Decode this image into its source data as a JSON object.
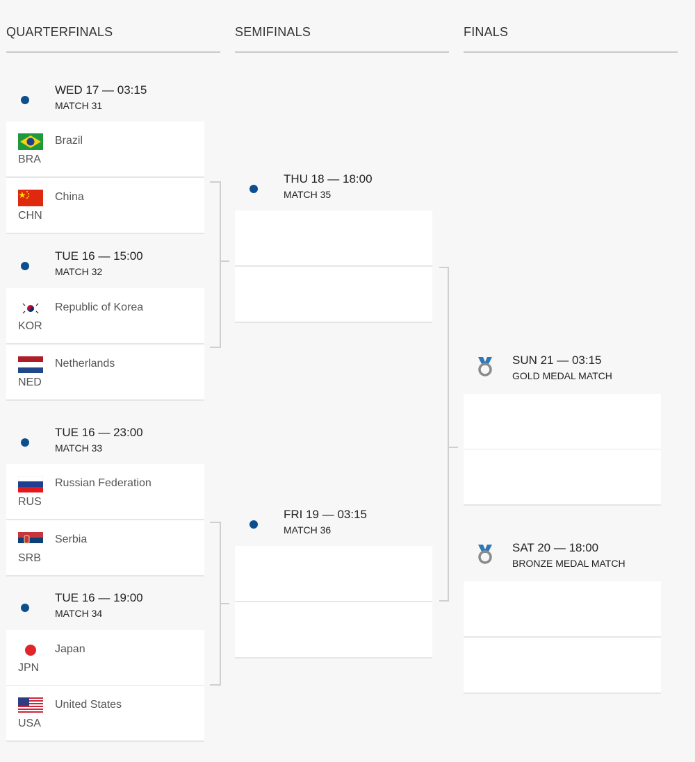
{
  "headers": {
    "quarterfinals": "QUARTERFINALS",
    "semifinals": "SEMIFINALS",
    "finals": "FINALS"
  },
  "quarterfinals": [
    {
      "date": "WED 17 — 03:15",
      "label": "MATCH 31",
      "teams": [
        {
          "name": "Brazil",
          "code": "BRA"
        },
        {
          "name": "China",
          "code": "CHN"
        }
      ]
    },
    {
      "date": "TUE 16 — 15:00",
      "label": "MATCH 32",
      "teams": [
        {
          "name": "Republic of Korea",
          "code": "KOR"
        },
        {
          "name": "Netherlands",
          "code": "NED"
        }
      ]
    },
    {
      "date": "TUE 16 — 23:00",
      "label": "MATCH 33",
      "teams": [
        {
          "name": "Russian Federation",
          "code": "RUS"
        },
        {
          "name": "Serbia",
          "code": "SRB"
        }
      ]
    },
    {
      "date": "TUE 16 — 19:00",
      "label": "MATCH 34",
      "teams": [
        {
          "name": "Japan",
          "code": "JPN"
        },
        {
          "name": "United States",
          "code": "USA"
        }
      ]
    }
  ],
  "semifinals": [
    {
      "date": "THU 18 — 18:00",
      "label": "MATCH 35"
    },
    {
      "date": "FRI 19 — 03:15",
      "label": "MATCH 36"
    }
  ],
  "finals": [
    {
      "date": "SUN 21 — 03:15",
      "label": "GOLD MEDAL MATCH"
    },
    {
      "date": "SAT 20 — 18:00",
      "label": "BRONZE MEDAL MATCH"
    }
  ],
  "colors": {
    "dot": "#0c4f8e",
    "medal_ribbon": "#2f78b8",
    "medal_ring": "#8a8a8a"
  }
}
